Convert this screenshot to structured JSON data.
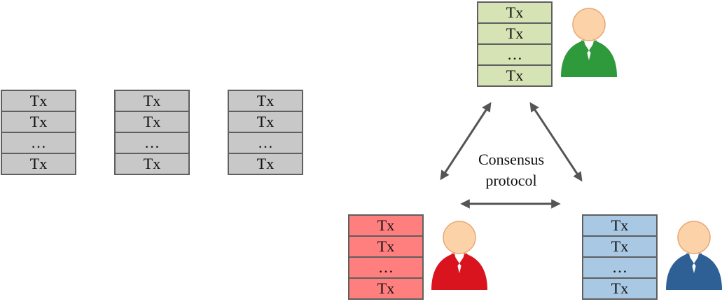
{
  "colors": {
    "chain_fill": "#c8c8c8",
    "green_fill": "#d6e3b5",
    "red_fill": "#ff7f7f",
    "blue_fill": "#a9c8e3",
    "border": "#5f5f5f",
    "arrow": "#555555",
    "skin": "#fcd3a8",
    "skin_stroke": "#e8a877",
    "green_suit": "#2e9a3b",
    "red_suit": "#d9141f",
    "blue_suit": "#2e5f95"
  },
  "chain": {
    "blocks": [
      {
        "rows": [
          "Tx",
          "Tx",
          "…",
          "Tx"
        ]
      },
      {
        "rows": [
          "Tx",
          "Tx",
          "…",
          "Tx"
        ]
      },
      {
        "rows": [
          "Tx",
          "Tx",
          "…",
          "Tx"
        ]
      }
    ]
  },
  "nodes": {
    "green": {
      "rows": [
        "Tx",
        "Tx",
        "…",
        "Tx"
      ],
      "icon": "user-green-icon"
    },
    "red": {
      "rows": [
        "Tx",
        "Tx",
        "…",
        "Tx"
      ],
      "icon": "user-red-icon"
    },
    "blue": {
      "rows": [
        "Tx",
        "Tx",
        "…",
        "Tx"
      ],
      "icon": "user-blue-icon"
    }
  },
  "consensus": {
    "line1": "Consensus",
    "line2": "protocol"
  }
}
